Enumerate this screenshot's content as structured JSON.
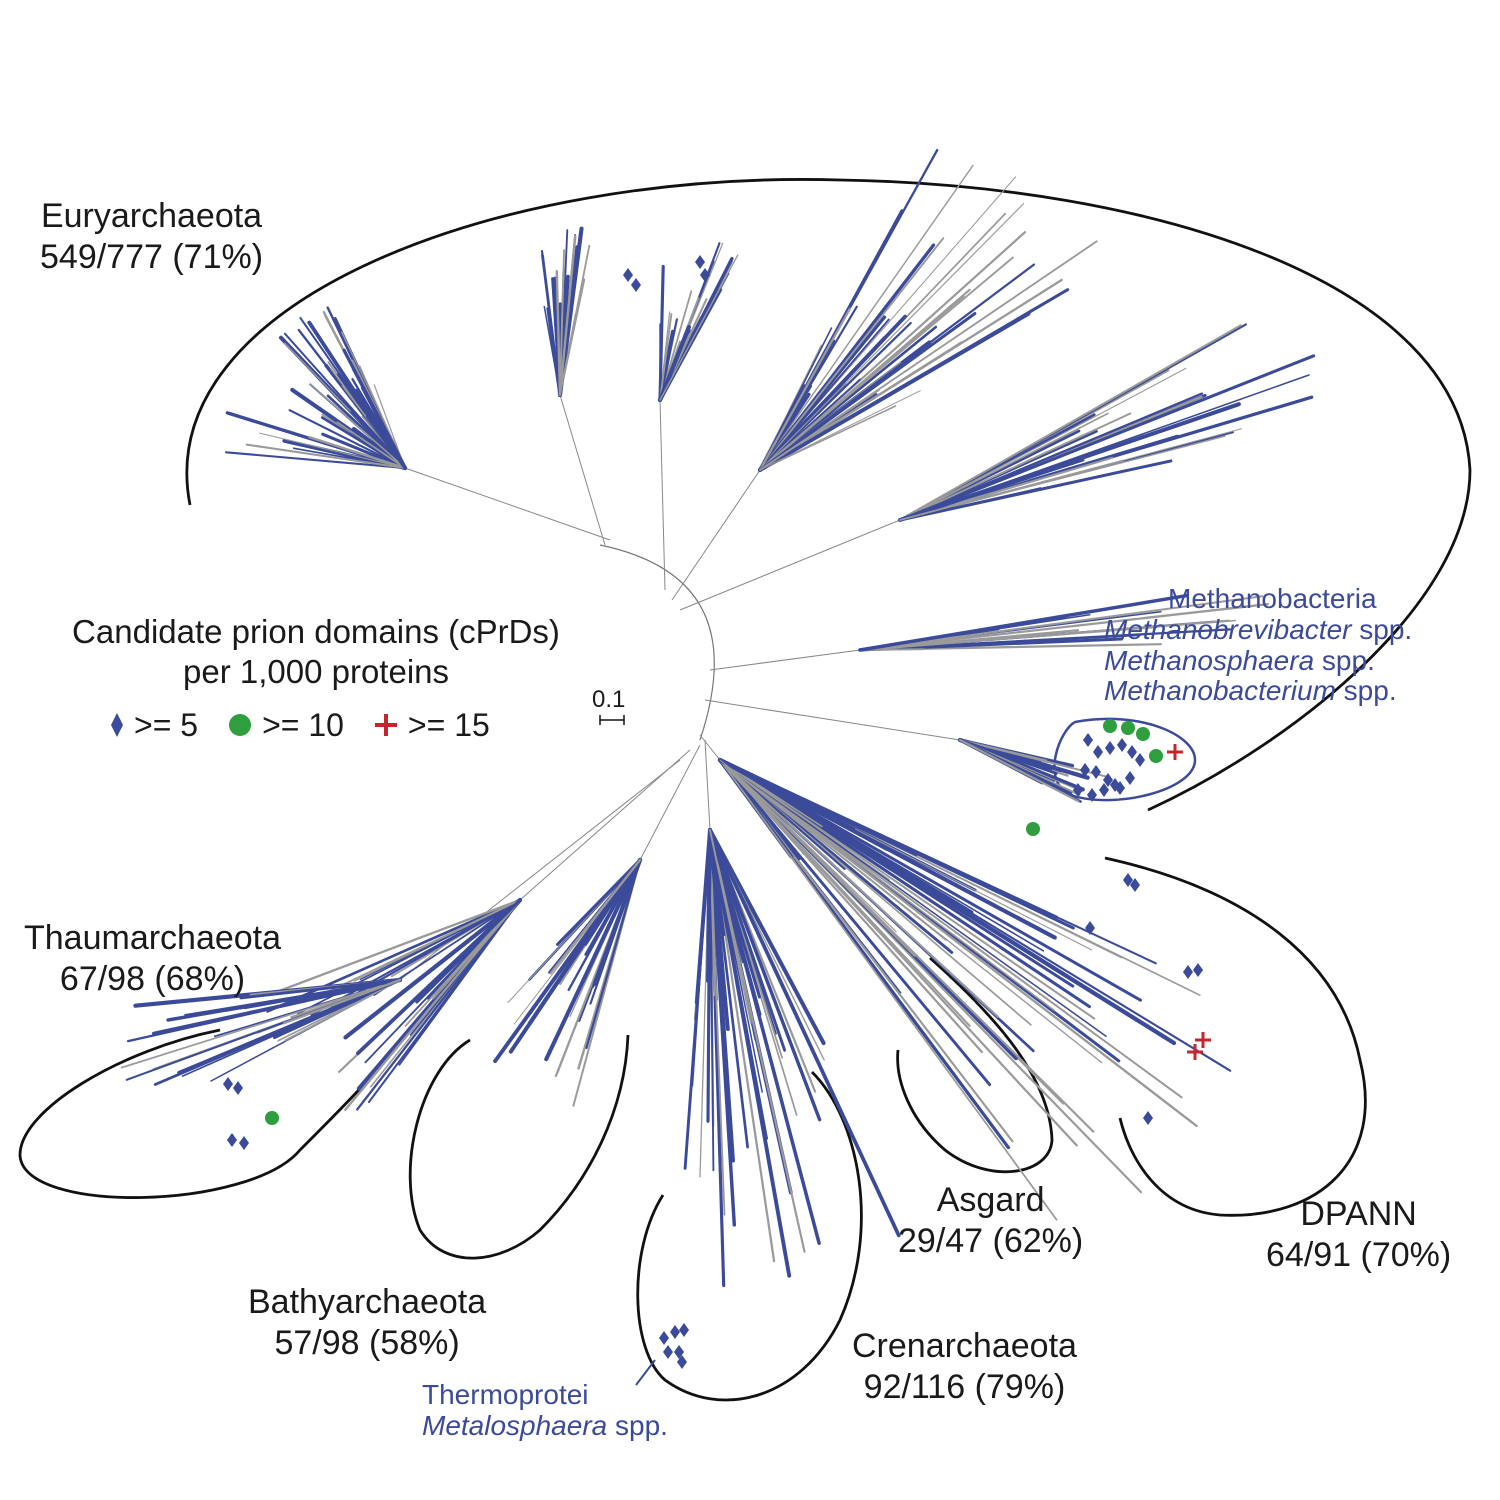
{
  "colors": {
    "blue": "#3b4b9a",
    "gray": "#9a9a9a",
    "green": "#2e9e3e",
    "red": "#c1272d",
    "black": "#111111"
  },
  "legend": {
    "title_line1": "Candidate prion domains (cPrDs)",
    "title_line2": "per 1,000 proteins",
    "items": [
      {
        "symbol": "diamond",
        "label": ">= 5"
      },
      {
        "symbol": "circle",
        "label": ">= 10"
      },
      {
        "symbol": "plus",
        "label": ">= 15"
      }
    ]
  },
  "scale": {
    "label": "0.1"
  },
  "clades": [
    {
      "name": "Euryarchaeota",
      "stats": "549/777 (71%)"
    },
    {
      "name": "Thaumarchaeota",
      "stats": "67/98 (68%)"
    },
    {
      "name": "Bathyarchaeota",
      "stats": "57/98 (58%)"
    },
    {
      "name": "Crenarchaeota",
      "stats": "92/116 (79%)"
    },
    {
      "name": "Asgard",
      "stats": "29/47 (62%)"
    },
    {
      "name": "DPANN",
      "stats": "64/91 (70%)"
    }
  ],
  "annotations": {
    "methanobacteria": {
      "line1": "Methanobacteria",
      "line2_italic": "Methanobrevibacter",
      "line2_rest": " spp.",
      "line3_italic": "Methanosphaera",
      "line3_rest": " spp.",
      "line4_italic": "Methanobacterium",
      "line4_rest": " spp."
    },
    "thermoprotei": {
      "line1": "Thermoprotei",
      "line2_italic": "Metalosphaera",
      "line2_rest": " spp."
    }
  }
}
